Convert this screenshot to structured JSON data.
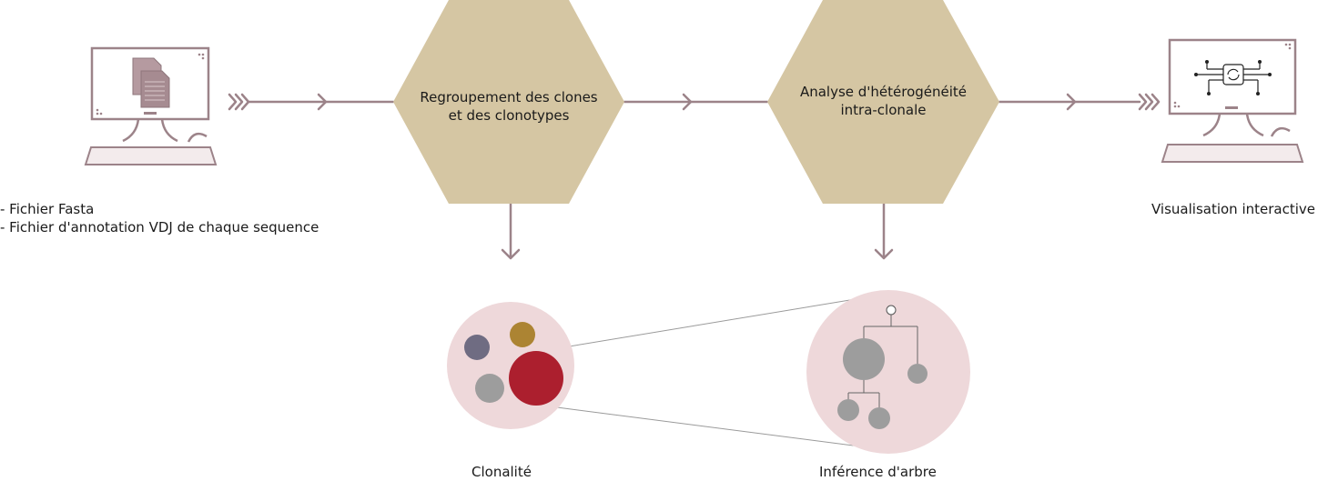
{
  "input": {
    "line1": "- Fichier Fasta",
    "line2": "- Fichier d'annotation VDJ de chaque sequence"
  },
  "steps": [
    {
      "line1": "Regroupement des clones",
      "line2": "et des clonotypes"
    },
    {
      "line1": "Analyse d'hétérogénéité",
      "line2": "intra-clonale"
    }
  ],
  "output": {
    "label": "Visualisation interactive"
  },
  "results": {
    "clonality": "Clonalité",
    "tree": "Inférence d'arbre"
  },
  "colors": {
    "hexagon": "#d5c6a3",
    "line": "#9c8389",
    "circle_bg": "#eed8da",
    "clone_red": "#ac1f2e",
    "clone_gray": "#9d9d9d",
    "clone_slate": "#6f6c82",
    "clone_gold": "#ac8433"
  }
}
